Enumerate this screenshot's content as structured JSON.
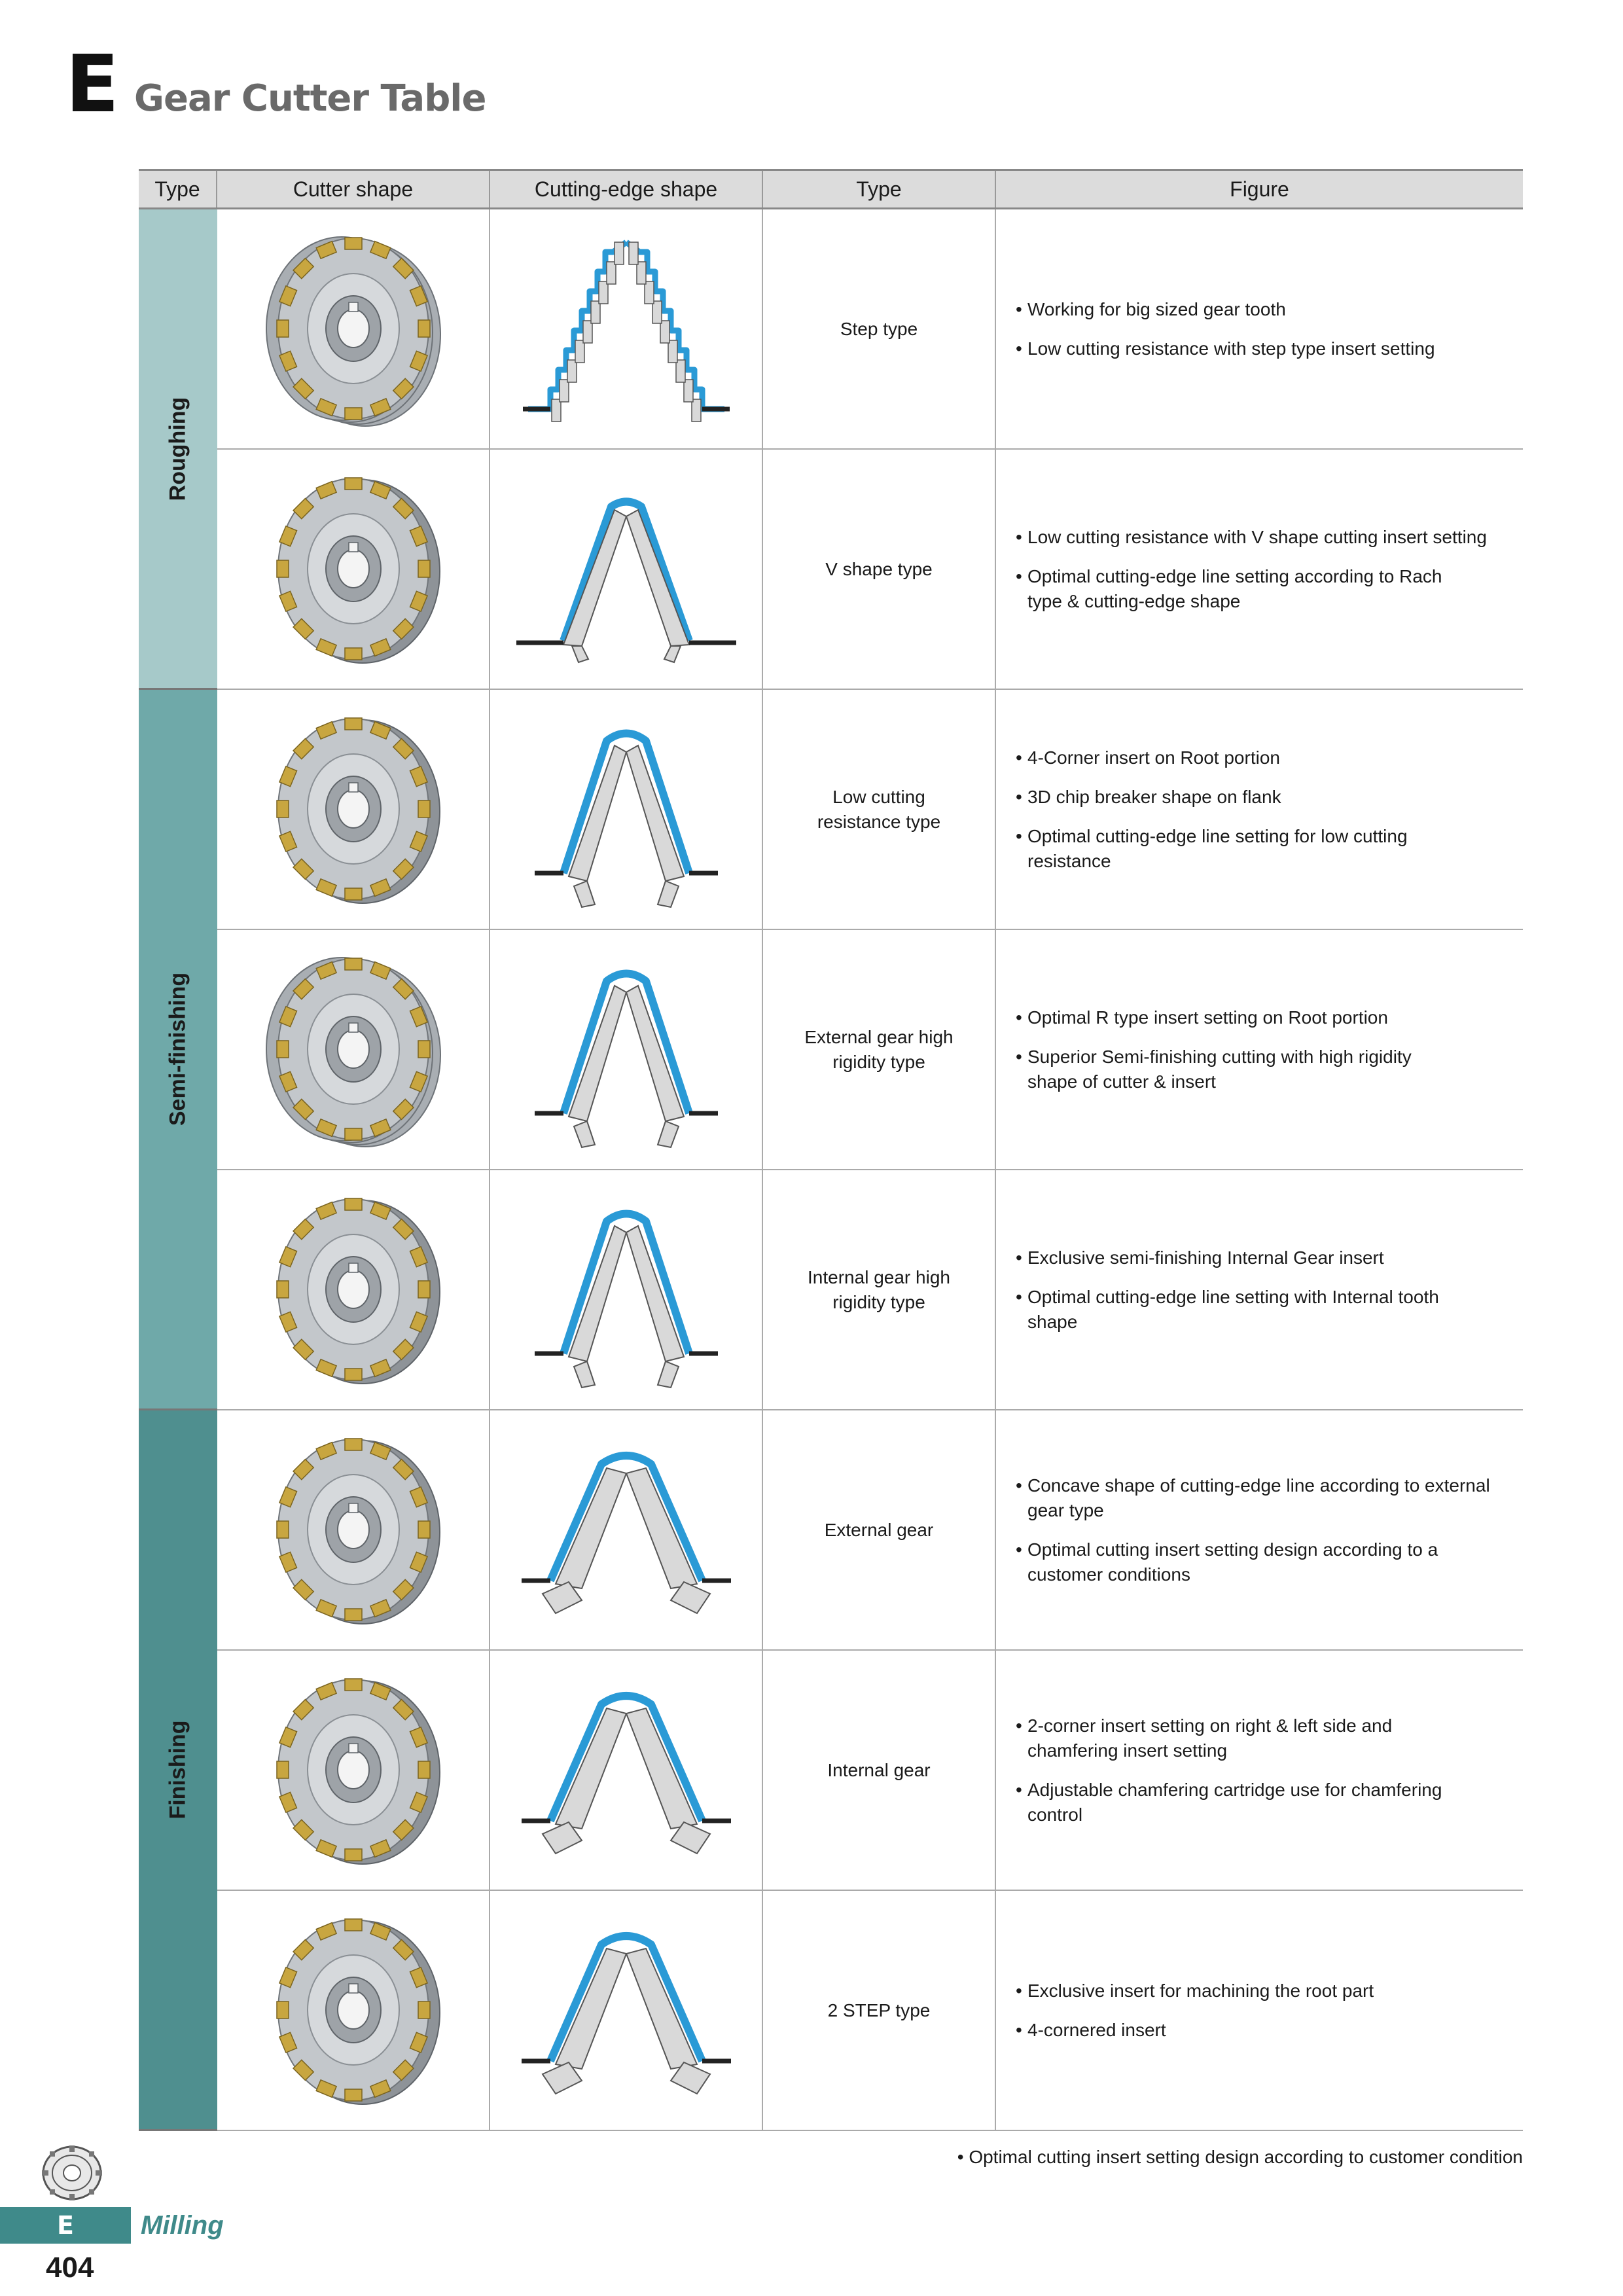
{
  "section_letter": "E",
  "title": "Gear Cutter Table",
  "columns": [
    "Type",
    "Cutter shape",
    "Cutting-edge shape",
    "Type",
    "Figure"
  ],
  "groups": [
    {
      "label": "Roughing",
      "rows": 2,
      "color": "#a6c9c9"
    },
    {
      "label": "Semi-finishing",
      "rows": 3,
      "color": "#6fa9a9"
    },
    {
      "label": "Finishing",
      "rows": 3,
      "color": "#4f8f8f"
    }
  ],
  "rows": [
    {
      "type": "Step type",
      "edge": "step",
      "cutter": "stack",
      "figure": [
        "Working for big sized gear tooth",
        "Low cutting resistance with step type insert setting"
      ]
    },
    {
      "type": "V shape type",
      "edge": "v",
      "cutter": "disc",
      "figure": [
        "Low cutting resistance with V shape cutting insert setting",
        "Optimal cutting-edge line setting according to Rach\ntype & cutting-edge shape"
      ]
    },
    {
      "type": "Low cutting\nresistance type",
      "edge": "arch",
      "cutter": "disc",
      "figure": [
        "4-Corner insert on Root portion",
        "3D chip breaker shape on flank",
        "Optimal cutting-edge line setting for low cutting\nresistance"
      ]
    },
    {
      "type": "External gear high\nrigidity type",
      "edge": "arch",
      "cutter": "stack",
      "figure": [
        "Optimal R type insert setting on Root portion",
        "Superior Semi-finishing cutting with high rigidity\nshape of cutter & insert"
      ]
    },
    {
      "type": "Internal gear high\nrigidity type",
      "edge": "arch",
      "cutter": "disc",
      "figure": [
        "Exclusive semi-finishing Internal Gear insert",
        "Optimal cutting-edge line setting with Internal tooth\nshape"
      ]
    },
    {
      "type": "External gear",
      "edge": "wide",
      "cutter": "disc",
      "figure": [
        "Concave shape of cutting-edge line according to external\ngear type",
        "Optimal cutting insert setting design according to a\ncustomer conditions"
      ]
    },
    {
      "type": "Internal gear",
      "edge": "wide",
      "cutter": "disc",
      "figure": [
        "2-corner insert setting on right & left side and\nchamfering insert setting",
        "Adjustable chamfering cartridge use for chamfering\ncontrol"
      ]
    },
    {
      "type": "2 STEP type",
      "edge": "wide",
      "cutter": "disc",
      "figure": [
        "Exclusive insert for machining the root part",
        "4-cornered insert"
      ]
    }
  ],
  "footnote": "• Optimal cutting insert setting design according to customer condition",
  "footer": {
    "badge": "E",
    "label": "Milling",
    "page": "404"
  },
  "colors": {
    "edge_blue": "#2a9ad6",
    "insert_gold": "#c8a640",
    "header_gray": "#dcdcdc"
  }
}
